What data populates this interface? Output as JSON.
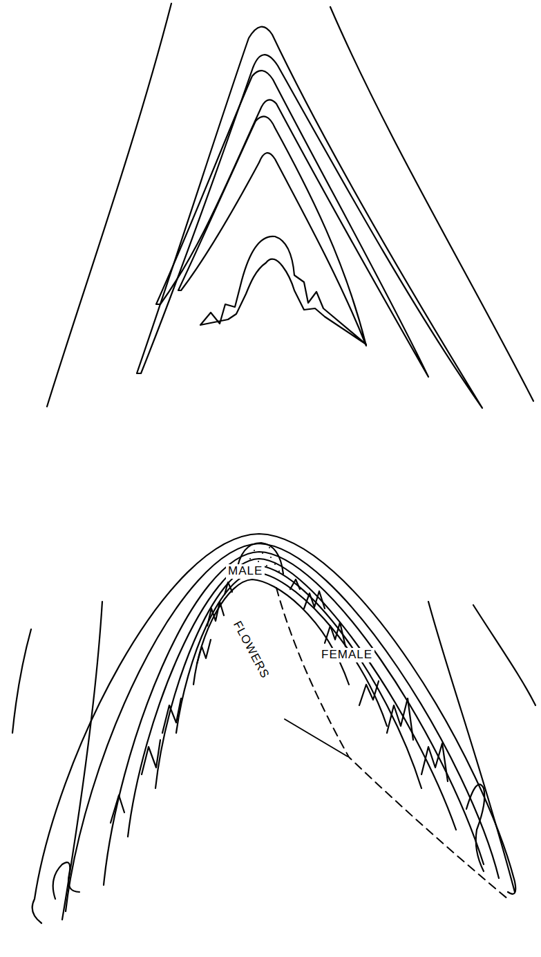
{
  "diagram": {
    "labels": [
      "MALE",
      "FLOWERS",
      "FEMALE"
    ]
  }
}
